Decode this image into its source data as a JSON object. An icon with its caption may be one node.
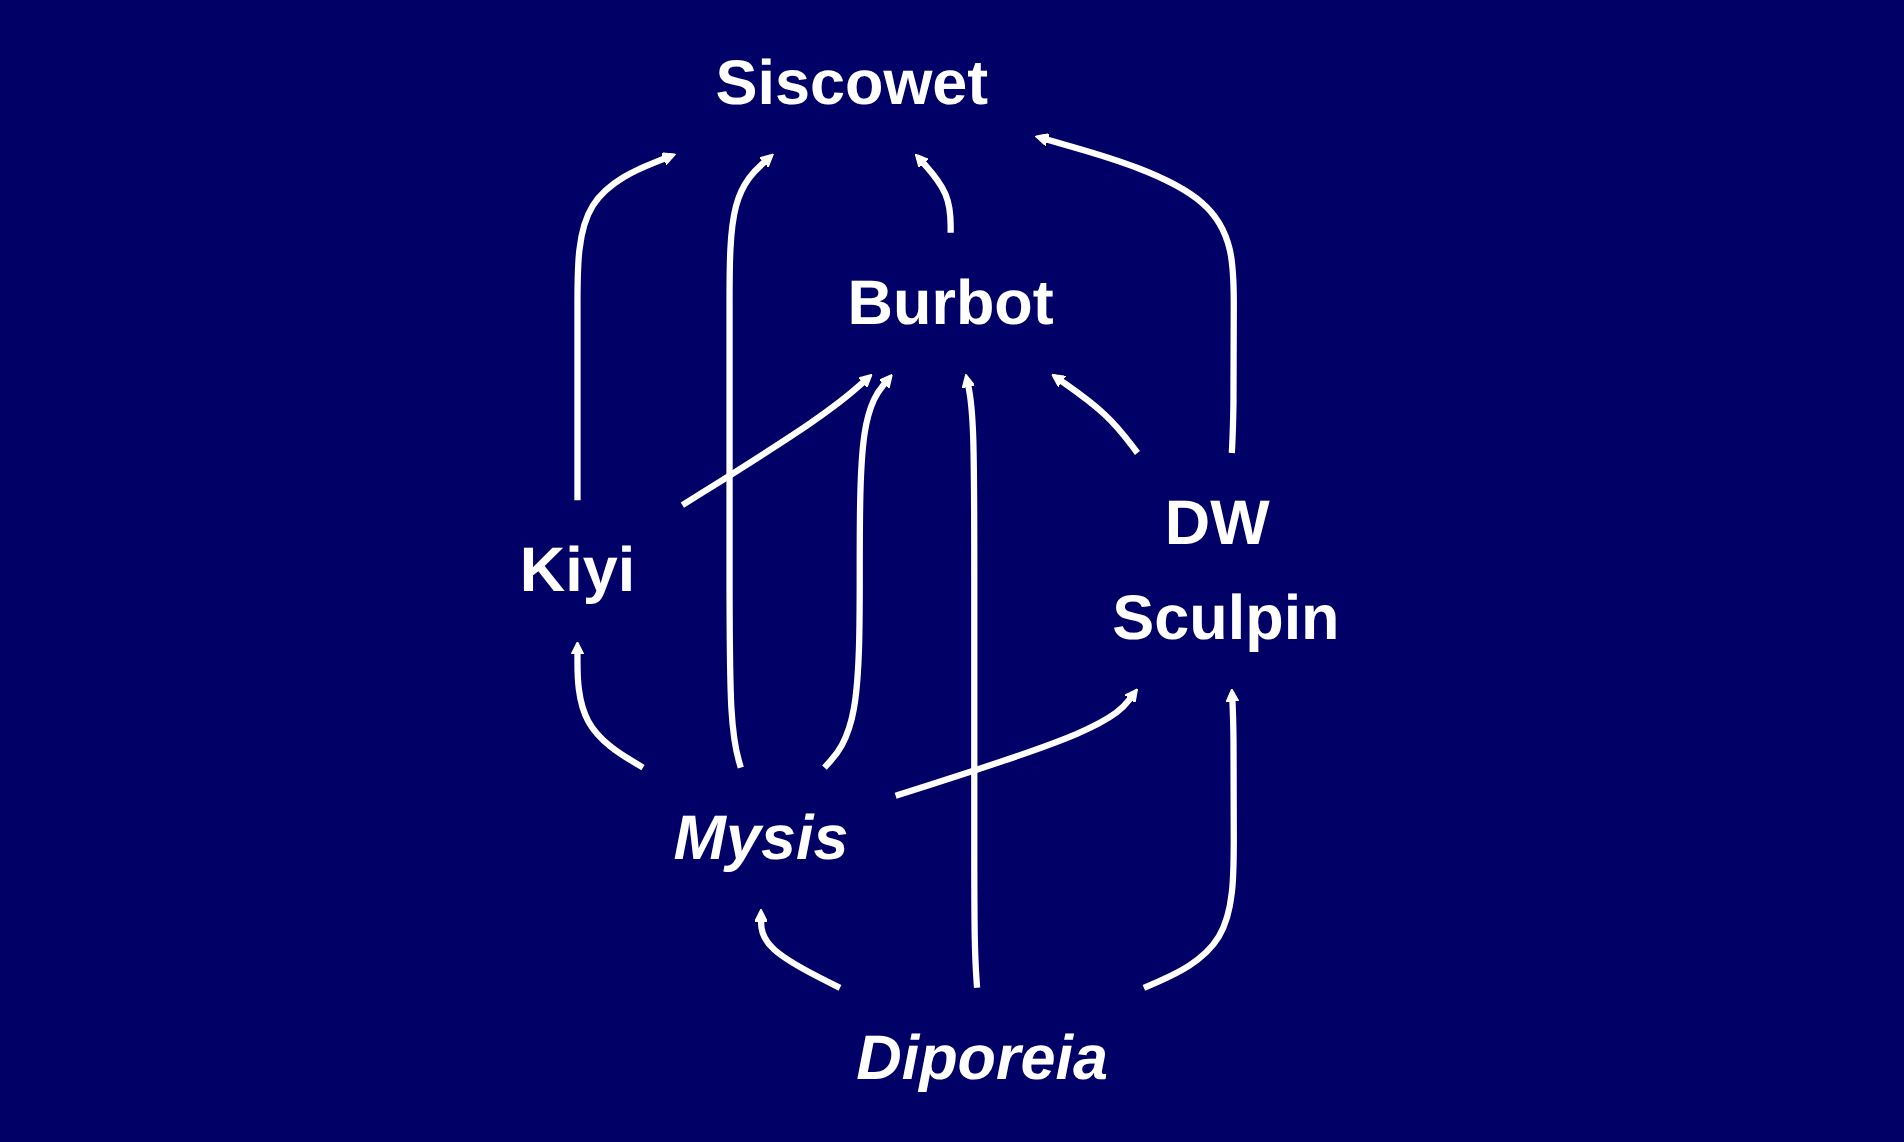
{
  "diagram": {
    "nodes": [
      {
        "text": [
          "Siscowet"
        ]
      },
      {
        "text": [
          "Burbot"
        ]
      },
      {
        "text": [
          "Kiyi"
        ]
      },
      {
        "text": [
          "DW Sculpin"
        ]
      },
      {
        "text": [
          "Mysis"
        ]
      },
      {
        "text": [
          "Diporeia"
        ]
      }
    ],
    "edges": [
      {
        "from": 2,
        "to": 0,
        "arrow": "to"
      },
      {
        "from": 4,
        "to": 0,
        "arrow": "to"
      },
      {
        "from": 1,
        "to": 0,
        "arrow": "to"
      },
      {
        "from": 3,
        "to": 0,
        "arrow": "to"
      },
      {
        "from": 2,
        "to": 1,
        "arrow": "to"
      },
      {
        "from": 4,
        "to": 1,
        "arrow": "to"
      },
      {
        "from": 5,
        "to": 1,
        "arrow": "to"
      },
      {
        "from": 3,
        "to": 1,
        "arrow": "to"
      },
      {
        "from": 4,
        "to": 2,
        "arrow": "to"
      },
      {
        "from": 4,
        "to": 3,
        "arrow": "to"
      },
      {
        "from": 5,
        "to": 3,
        "arrow": "to"
      },
      {
        "from": 5,
        "to": 4,
        "arrow": "to"
      }
    ]
  }
}
